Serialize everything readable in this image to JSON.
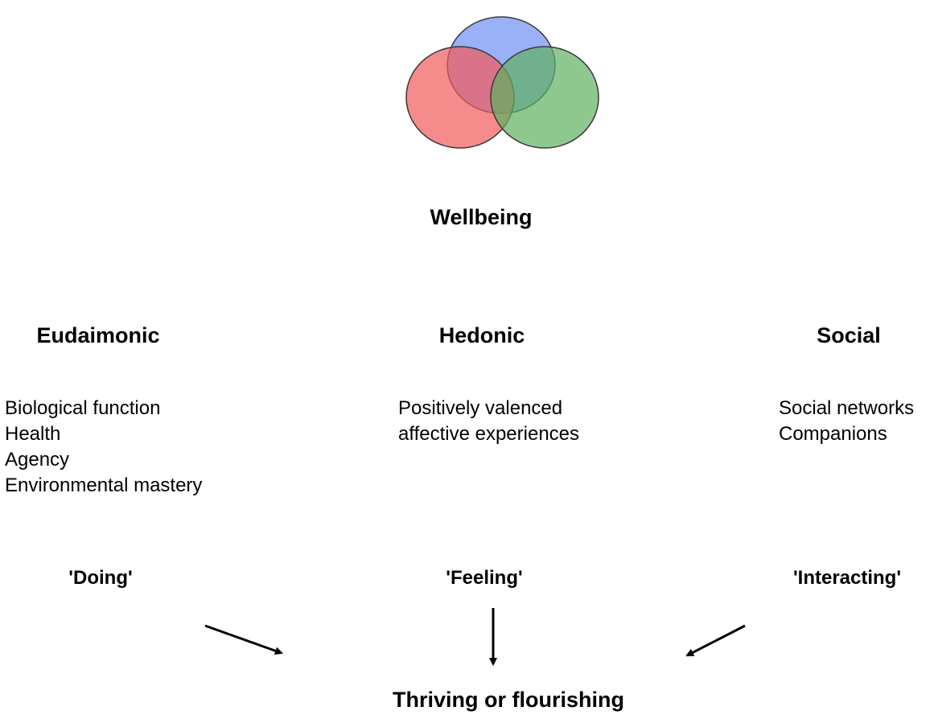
{
  "title": "Wellbeing",
  "venn": {
    "colors": {
      "top": "#6f8ff7",
      "left": "#f25a5a",
      "right": "#5fb15f",
      "outline": "#3a3a3a"
    }
  },
  "columns": [
    {
      "key": "eudaimonic",
      "heading": "Eudaimonic",
      "items": [
        "Biological function",
        "Health",
        "Agency",
        "Environmental mastery"
      ],
      "tagline": "'Doing'"
    },
    {
      "key": "hedonic",
      "heading": "Hedonic",
      "items": [
        "Positively valenced",
        "affective experiences"
      ],
      "tagline": "'Feeling'"
    },
    {
      "key": "social",
      "heading": "Social",
      "items": [
        "Social networks",
        "Companions"
      ],
      "tagline": "'Interacting'"
    }
  ],
  "outcome": "Thriving or flourishing"
}
